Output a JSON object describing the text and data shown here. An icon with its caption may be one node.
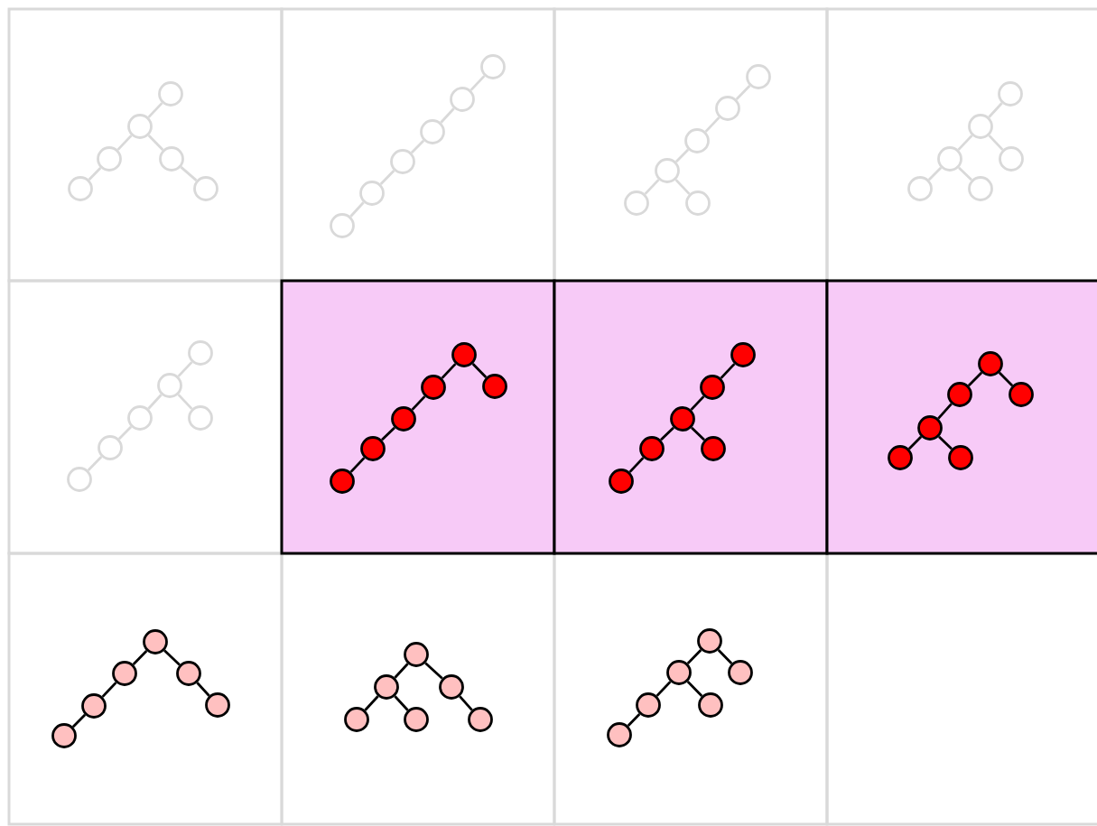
{
  "diagram": {
    "nodes": [
      {
        "text": [],
        "shape": "box"
      },
      {
        "text": [],
        "shape": "circle",
        "in": 0
      },
      {
        "text": [],
        "shape": "circle",
        "in": 0
      },
      {
        "text": [],
        "shape": "circle",
        "in": 0
      },
      {
        "text": [],
        "shape": "circle",
        "in": 0
      },
      {
        "text": [],
        "shape": "circle",
        "in": 0
      },
      {
        "text": [],
        "shape": "circle",
        "in": 0
      },
      {
        "text": [],
        "shape": "box"
      },
      {
        "text": [],
        "shape": "circle",
        "in": 7
      },
      {
        "text": [],
        "shape": "circle",
        "in": 7
      },
      {
        "text": [],
        "shape": "circle",
        "in": 7
      },
      {
        "text": [],
        "shape": "circle",
        "in": 7
      },
      {
        "text": [],
        "shape": "circle",
        "in": 7
      },
      {
        "text": [],
        "shape": "circle",
        "in": 7
      },
      {
        "text": [],
        "shape": "box"
      },
      {
        "text": [],
        "shape": "circle",
        "in": 14
      },
      {
        "text": [],
        "shape": "circle",
        "in": 14
      },
      {
        "text": [],
        "shape": "circle",
        "in": 14
      },
      {
        "text": [],
        "shape": "circle",
        "in": 14
      },
      {
        "text": [],
        "shape": "circle",
        "in": 14
      },
      {
        "text": [],
        "shape": "circle",
        "in": 14
      },
      {
        "text": [],
        "shape": "box"
      },
      {
        "text": [],
        "shape": "circle",
        "in": 21
      },
      {
        "text": [],
        "shape": "circle",
        "in": 21
      },
      {
        "text": [],
        "shape": "circle",
        "in": 21
      },
      {
        "text": [],
        "shape": "circle",
        "in": 21
      },
      {
        "text": [],
        "shape": "circle",
        "in": 21
      },
      {
        "text": [],
        "shape": "circle",
        "in": 21
      },
      {
        "text": [],
        "shape": "box"
      },
      {
        "text": [],
        "shape": "circle",
        "in": 28
      },
      {
        "text": [],
        "shape": "circle",
        "in": 28
      },
      {
        "text": [],
        "shape": "circle",
        "in": 28
      },
      {
        "text": [],
        "shape": "circle",
        "in": 28
      },
      {
        "text": [],
        "shape": "circle",
        "in": 28
      },
      {
        "text": [],
        "shape": "circle",
        "in": 28
      },
      {
        "text": [],
        "shape": "box"
      },
      {
        "text": [],
        "shape": "circle",
        "in": 35
      },
      {
        "text": [],
        "shape": "circle",
        "in": 35
      },
      {
        "text": [],
        "shape": "circle",
        "in": 35
      },
      {
        "text": [],
        "shape": "circle",
        "in": 35
      },
      {
        "text": [],
        "shape": "circle",
        "in": 35
      },
      {
        "text": [],
        "shape": "circle",
        "in": 35
      },
      {
        "text": [],
        "shape": "box"
      },
      {
        "text": [],
        "shape": "circle",
        "in": 42
      },
      {
        "text": [],
        "shape": "circle",
        "in": 42
      },
      {
        "text": [],
        "shape": "circle",
        "in": 42
      },
      {
        "text": [],
        "shape": "circle",
        "in": 42
      },
      {
        "text": [],
        "shape": "circle",
        "in": 42
      },
      {
        "text": [],
        "shape": "circle",
        "in": 42
      },
      {
        "text": [],
        "shape": "box"
      },
      {
        "text": [],
        "shape": "circle",
        "in": 49
      },
      {
        "text": [],
        "shape": "circle",
        "in": 49
      },
      {
        "text": [],
        "shape": "circle",
        "in": 49
      },
      {
        "text": [],
        "shape": "circle",
        "in": 49
      },
      {
        "text": [],
        "shape": "circle",
        "in": 49
      },
      {
        "text": [],
        "shape": "circle",
        "in": 49
      },
      {
        "text": [],
        "shape": "box"
      },
      {
        "text": [],
        "shape": "circle",
        "in": 56
      },
      {
        "text": [],
        "shape": "circle",
        "in": 56
      },
      {
        "text": [],
        "shape": "circle",
        "in": 56
      },
      {
        "text": [],
        "shape": "circle",
        "in": 56
      },
      {
        "text": [],
        "shape": "circle",
        "in": 56
      },
      {
        "text": [],
        "shape": "circle",
        "in": 56
      },
      {
        "text": [],
        "shape": "box"
      },
      {
        "text": [],
        "shape": "circle",
        "in": 63
      },
      {
        "text": [],
        "shape": "circle",
        "in": 63
      },
      {
        "text": [],
        "shape": "circle",
        "in": 63
      },
      {
        "text": [],
        "shape": "circle",
        "in": 63
      },
      {
        "text": [],
        "shape": "circle",
        "in": 63
      },
      {
        "text": [],
        "shape": "circle",
        "in": 63
      },
      {
        "text": [],
        "shape": "box"
      },
      {
        "text": [],
        "shape": "circle",
        "in": 70
      },
      {
        "text": [],
        "shape": "circle",
        "in": 70
      },
      {
        "text": [],
        "shape": "circle",
        "in": 70
      },
      {
        "text": [],
        "shape": "circle",
        "in": 70
      },
      {
        "text": [],
        "shape": "circle",
        "in": 70
      },
      {
        "text": [],
        "shape": "circle",
        "in": 70
      },
      {
        "text": [],
        "shape": "box"
      }
    ],
    "edges": [
      {
        "from": 1,
        "to": 2,
        "arrow": "none",
        "color": "#d9d9d9"
      },
      {
        "from": 2,
        "to": 3,
        "arrow": "none",
        "color": "#d9d9d9"
      },
      {
        "from": 3,
        "to": 4,
        "arrow": "none",
        "color": "#d9d9d9"
      },
      {
        "from": 3,
        "to": 5,
        "arrow": "none",
        "color": "#d9d9d9"
      },
      {
        "from": 5,
        "to": 6,
        "arrow": "none",
        "color": "#d9d9d9"
      },
      {
        "from": 8,
        "to": 9,
        "arrow": "none",
        "color": "#d9d9d9"
      },
      {
        "from": 9,
        "to": 10,
        "arrow": "none",
        "color": "#d9d9d9"
      },
      {
        "from": 10,
        "to": 11,
        "arrow": "none",
        "color": "#d9d9d9"
      },
      {
        "from": 11,
        "to": 12,
        "arrow": "none",
        "color": "#d9d9d9"
      },
      {
        "from": 12,
        "to": 13,
        "arrow": "none",
        "color": "#d9d9d9"
      },
      {
        "from": 15,
        "to": 16,
        "arrow": "none",
        "color": "#d9d9d9"
      },
      {
        "from": 16,
        "to": 17,
        "arrow": "none",
        "color": "#d9d9d9"
      },
      {
        "from": 17,
        "to": 18,
        "arrow": "none",
        "color": "#d9d9d9"
      },
      {
        "from": 18,
        "to": 19,
        "arrow": "none",
        "color": "#d9d9d9"
      },
      {
        "from": 16,
        "to": 20,
        "arrow": "none",
        "color": "#d9d9d9"
      },
      {
        "from": 22,
        "to": 23,
        "arrow": "none",
        "color": "#d9d9d9"
      },
      {
        "from": 23,
        "to": 24,
        "arrow": "none",
        "color": "#d9d9d9"
      },
      {
        "from": 24,
        "to": 25,
        "arrow": "none",
        "color": "#d9d9d9"
      },
      {
        "from": 24,
        "to": 26,
        "arrow": "none",
        "color": "#d9d9d9"
      },
      {
        "from": 23,
        "to": 27,
        "arrow": "none",
        "color": "#d9d9d9"
      },
      {
        "from": 29,
        "to": 30,
        "arrow": "none",
        "color": "#d9d9d9"
      },
      {
        "from": 30,
        "to": 31,
        "arrow": "none",
        "color": "#d9d9d9"
      },
      {
        "from": 31,
        "to": 32,
        "arrow": "none",
        "color": "#d9d9d9"
      },
      {
        "from": 32,
        "to": 33,
        "arrow": "none",
        "color": "#d9d9d9"
      },
      {
        "from": 32,
        "to": 34,
        "arrow": "none",
        "color": "#d9d9d9"
      },
      {
        "from": 36,
        "to": 37,
        "arrow": "none"
      },
      {
        "from": 37,
        "to": 38,
        "arrow": "none"
      },
      {
        "from": 38,
        "to": 39,
        "arrow": "none"
      },
      {
        "from": 39,
        "to": 40,
        "arrow": "none"
      },
      {
        "from": 40,
        "to": 41,
        "arrow": "none"
      },
      {
        "from": 43,
        "to": 44,
        "arrow": "none"
      },
      {
        "from": 44,
        "to": 45,
        "arrow": "none"
      },
      {
        "from": 45,
        "to": 46,
        "arrow": "none"
      },
      {
        "from": 46,
        "to": 47,
        "arrow": "none"
      },
      {
        "from": 45,
        "to": 48,
        "arrow": "none"
      },
      {
        "from": 50,
        "to": 51,
        "arrow": "none"
      },
      {
        "from": 51,
        "to": 52,
        "arrow": "none"
      },
      {
        "from": 52,
        "to": 53,
        "arrow": "none"
      },
      {
        "from": 53,
        "to": 54,
        "arrow": "none"
      },
      {
        "from": 51,
        "to": 55,
        "arrow": "none"
      },
      {
        "from": 57,
        "to": 58,
        "arrow": "none"
      },
      {
        "from": 58,
        "to": 59,
        "arrow": "none"
      },
      {
        "from": 59,
        "to": 60,
        "arrow": "none"
      },
      {
        "from": 60,
        "to": 61,
        "arrow": "none"
      },
      {
        "from": 61,
        "to": 62,
        "arrow": "none"
      },
      {
        "from": 64,
        "to": 65,
        "arrow": "none"
      },
      {
        "from": 65,
        "to": 66,
        "arrow": "none"
      },
      {
        "from": 66,
        "to": 67,
        "arrow": "none"
      },
      {
        "from": 67,
        "to": 68,
        "arrow": "none"
      },
      {
        "from": 65,
        "to": 69,
        "arrow": "none"
      },
      {
        "from": 71,
        "to": 72,
        "arrow": "none"
      },
      {
        "from": 72,
        "to": 73,
        "arrow": "none"
      },
      {
        "from": 73,
        "to": 74,
        "arrow": "none"
      },
      {
        "from": 74,
        "to": 75,
        "arrow": "none"
      },
      {
        "from": 73,
        "to": 76,
        "arrow": "none"
      }
    ]
  }
}
